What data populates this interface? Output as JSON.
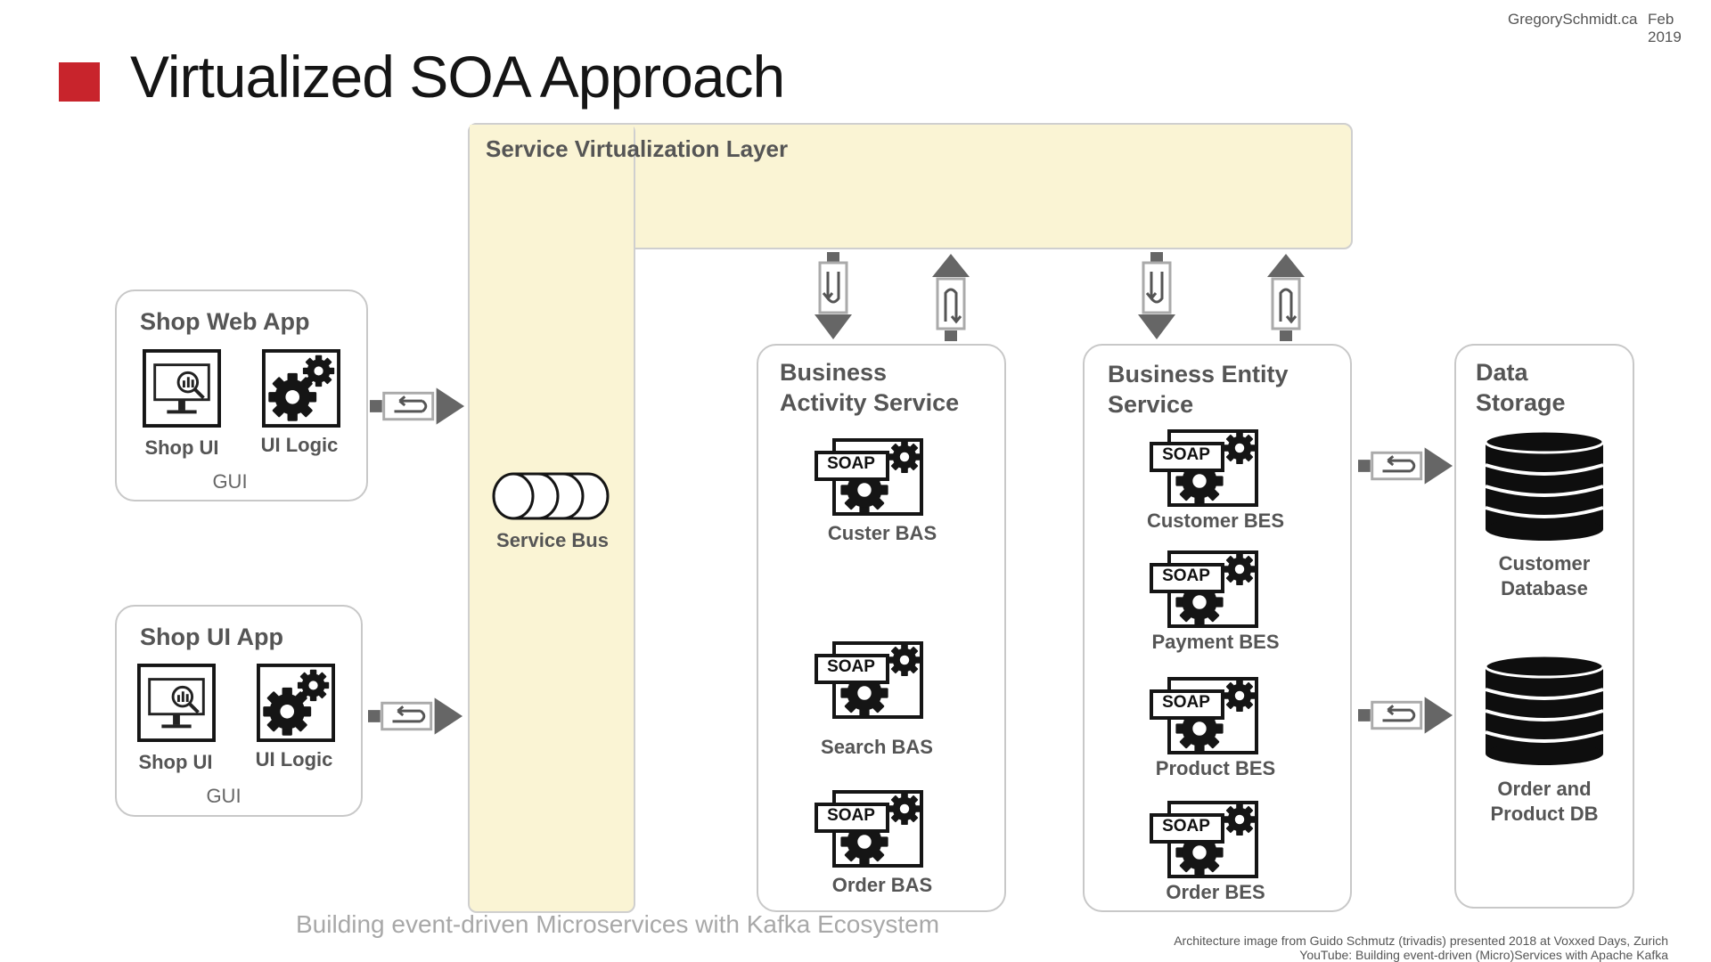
{
  "meta": {
    "site": "GregorySchmidt.ca",
    "date": "Feb 2019"
  },
  "title": "Virtualized SOA Approach",
  "layer": {
    "title": "Service Virtualization Layer",
    "bus_label": "Service Bus"
  },
  "apps": [
    {
      "title": "Shop Web App",
      "ui_label": "Shop UI",
      "logic_label": "UI Logic",
      "group_label": "GUI"
    },
    {
      "title": "Shop UI App",
      "ui_label": "Shop UI",
      "logic_label": "UI Logic",
      "group_label": "GUI"
    }
  ],
  "bas": {
    "title_line1": "Business",
    "title_line2": "Activity Service",
    "soap": "SOAP",
    "items": [
      "Custer BAS",
      "Search BAS",
      "Order BAS"
    ]
  },
  "bes": {
    "title_line1": "Business Entity",
    "title_line2": "Service",
    "soap": "SOAP",
    "items": [
      "Customer BES",
      "Payment BES",
      "Product BES",
      "Order BES"
    ]
  },
  "storage": {
    "title_line1": "Data",
    "title_line2": "Storage",
    "dbs": [
      {
        "line1": "Customer",
        "line2": "Database"
      },
      {
        "line1": "Order and",
        "line2": "Product DB"
      }
    ]
  },
  "footer": "Building event-driven Microservices with Kafka Ecosystem",
  "credit": {
    "line1": "Architecture image from Guido Schmutz (trivadis) presented 2018 at Voxxed Days, Zurich",
    "line2": "YouTube:  Building event-driven (Micro)Services with Apache Kafka"
  },
  "colors": {
    "accent": "#c8242c",
    "layer_fill": "#faf4d4",
    "arrow": "#666666"
  },
  "icons": [
    "monitor-magnifier-icon",
    "gears-icon",
    "soap-service-icon",
    "database-icon",
    "service-bus-icon",
    "request-reply-arrow-icon"
  ]
}
